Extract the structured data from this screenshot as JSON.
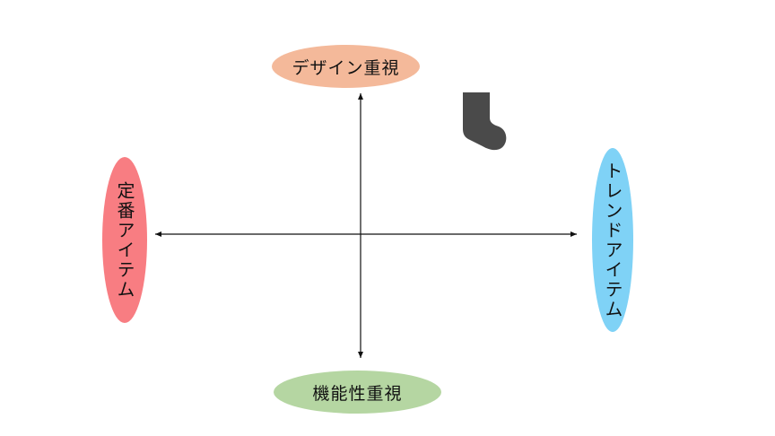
{
  "diagram": {
    "poles": {
      "top": {
        "label": "デザイン重視",
        "color": "#F4B99A"
      },
      "bottom": {
        "label": "機能性重視",
        "color": "#B5D6A2"
      },
      "left": {
        "label": "定番アイテム",
        "color": "#F87D82"
      },
      "right": {
        "label": "トレンドアイテム",
        "color": "#7FD2F6"
      }
    },
    "axis_color": "#111111",
    "marker": {
      "icon": "sock-icon",
      "color": "#4A4A4A"
    }
  }
}
